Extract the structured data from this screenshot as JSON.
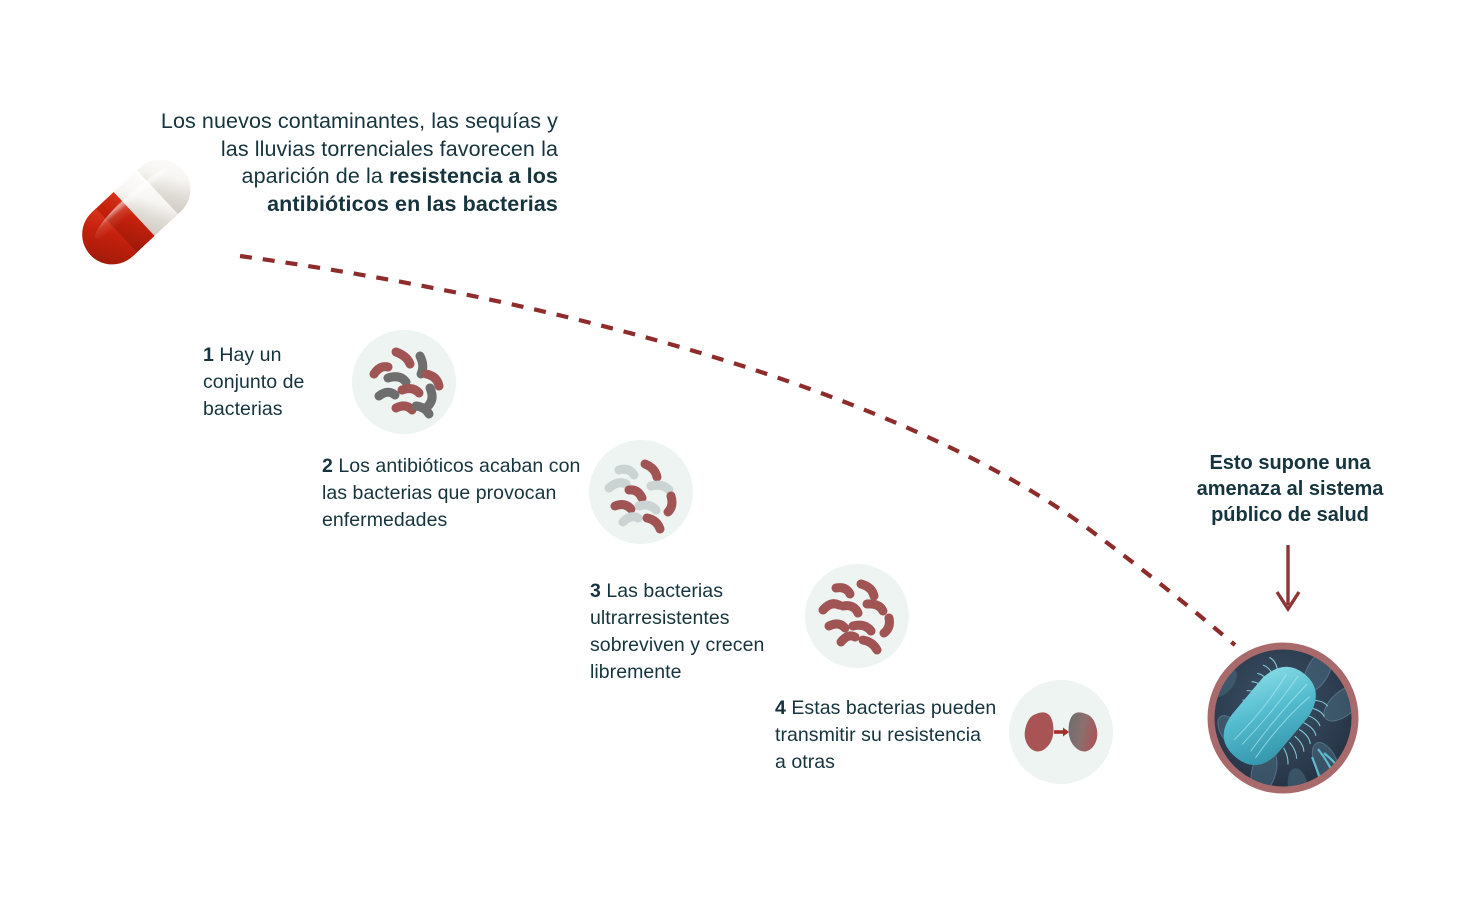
{
  "palette": {
    "text_dark": "#16343d",
    "accent_red": "#8e2b2b",
    "bacteria_red": "#a05454",
    "bacteria_gray": "#6e6e6e",
    "bacteria_lightgray": "#cbd3d3",
    "circle_bg": "#edf4f2",
    "photo_ring": "#a86a6a",
    "photo_bg": "#2b3b4e",
    "photo_organism": "#5fc3d4",
    "pill_red": "#c4210d",
    "pill_white": "#f4f2ee",
    "background": "#ffffff"
  },
  "headline": {
    "line1": "Los nuevos contaminantes, las sequías y",
    "line2": "las lluvias torrenciales favorecen la",
    "line3_normal": "aparición de la ",
    "line3_bold": "resistencia a los",
    "line4_bold": "antibióticos en las bacterias"
  },
  "steps": [
    {
      "number": "1",
      "text": " Hay un conjunto de bacterias",
      "icon": "bacteria-cluster-mixed-icon"
    },
    {
      "number": "2",
      "text": " Los antibióticos acaban con las bacterias que provocan enfermedades",
      "icon": "bacteria-cluster-dying-icon"
    },
    {
      "number": "3",
      "text": " Las bacterias ultrarresistentes sobreviven y crecen libremente",
      "icon": "bacteria-cluster-resistant-icon"
    },
    {
      "number": "4",
      "text": " Estas bacterias pueden transmitir su resistencia a otras",
      "icon": "bacteria-gene-transfer-icon"
    }
  ],
  "outcome": {
    "line1": "Esto supone una",
    "line2": "amenaza al sistema",
    "line3": "público de salud",
    "arrow_icon": "arrow-down-icon",
    "photo_icon": "bacteria-microscopy-photo"
  },
  "graphics": {
    "pill_icon": "antibiotic-capsule-icon",
    "curve_icon": "dashed-trajectory-curve"
  }
}
